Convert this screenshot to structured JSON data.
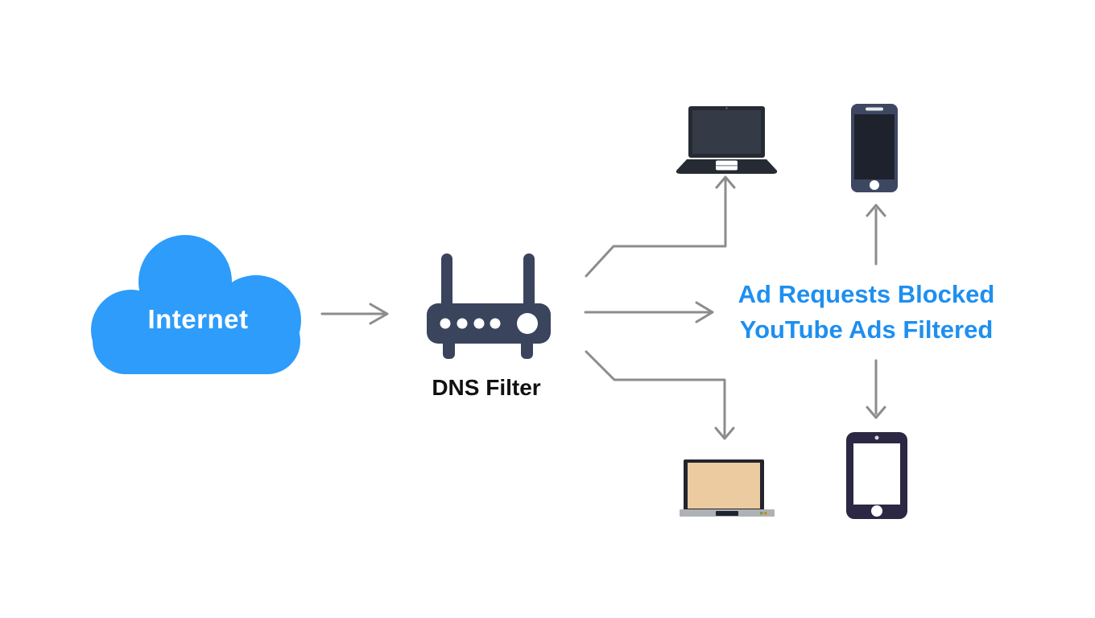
{
  "diagram": {
    "nodes": {
      "internet": {
        "label": "Internet",
        "type": "cloud"
      },
      "dns_filter": {
        "label": "DNS Filter",
        "type": "wifi-router"
      },
      "laptop": {
        "type": "laptop"
      },
      "smartphone": {
        "type": "smartphone"
      },
      "tv": {
        "type": "television"
      },
      "tablet": {
        "type": "tablet"
      },
      "result_text": {
        "line1": "Ad Requests Blocked",
        "line2": "YouTube Ads Filtered"
      }
    },
    "edges": [
      {
        "from": "internet",
        "to": "dns_filter",
        "style": "straight-right"
      },
      {
        "from": "dns_filter",
        "to": "laptop",
        "style": "elbow-up"
      },
      {
        "from": "dns_filter",
        "to": "result_text",
        "style": "straight-right"
      },
      {
        "from": "dns_filter",
        "to": "tv",
        "style": "elbow-down"
      },
      {
        "from": "result_text",
        "to": "smartphone",
        "style": "straight-up"
      },
      {
        "from": "result_text",
        "to": "tablet",
        "style": "straight-down"
      }
    ],
    "icons": [
      "cloud-icon",
      "router-icon",
      "laptop-icon",
      "smartphone-icon",
      "tv-icon",
      "tablet-icon"
    ]
  },
  "colors": {
    "background": "#ffffff",
    "cloud-blue": "#2d9cfa",
    "accent-text-blue": "#1e8ff0",
    "router-navy": "#3a445c",
    "arrow-gray": "#8c8c8c",
    "device-dark": "#262b33",
    "phone-navy": "#3e4762",
    "tablet-purple": "#2c2742",
    "tv-screen-tan": "#ebcb9f",
    "label-black": "#111111"
  }
}
